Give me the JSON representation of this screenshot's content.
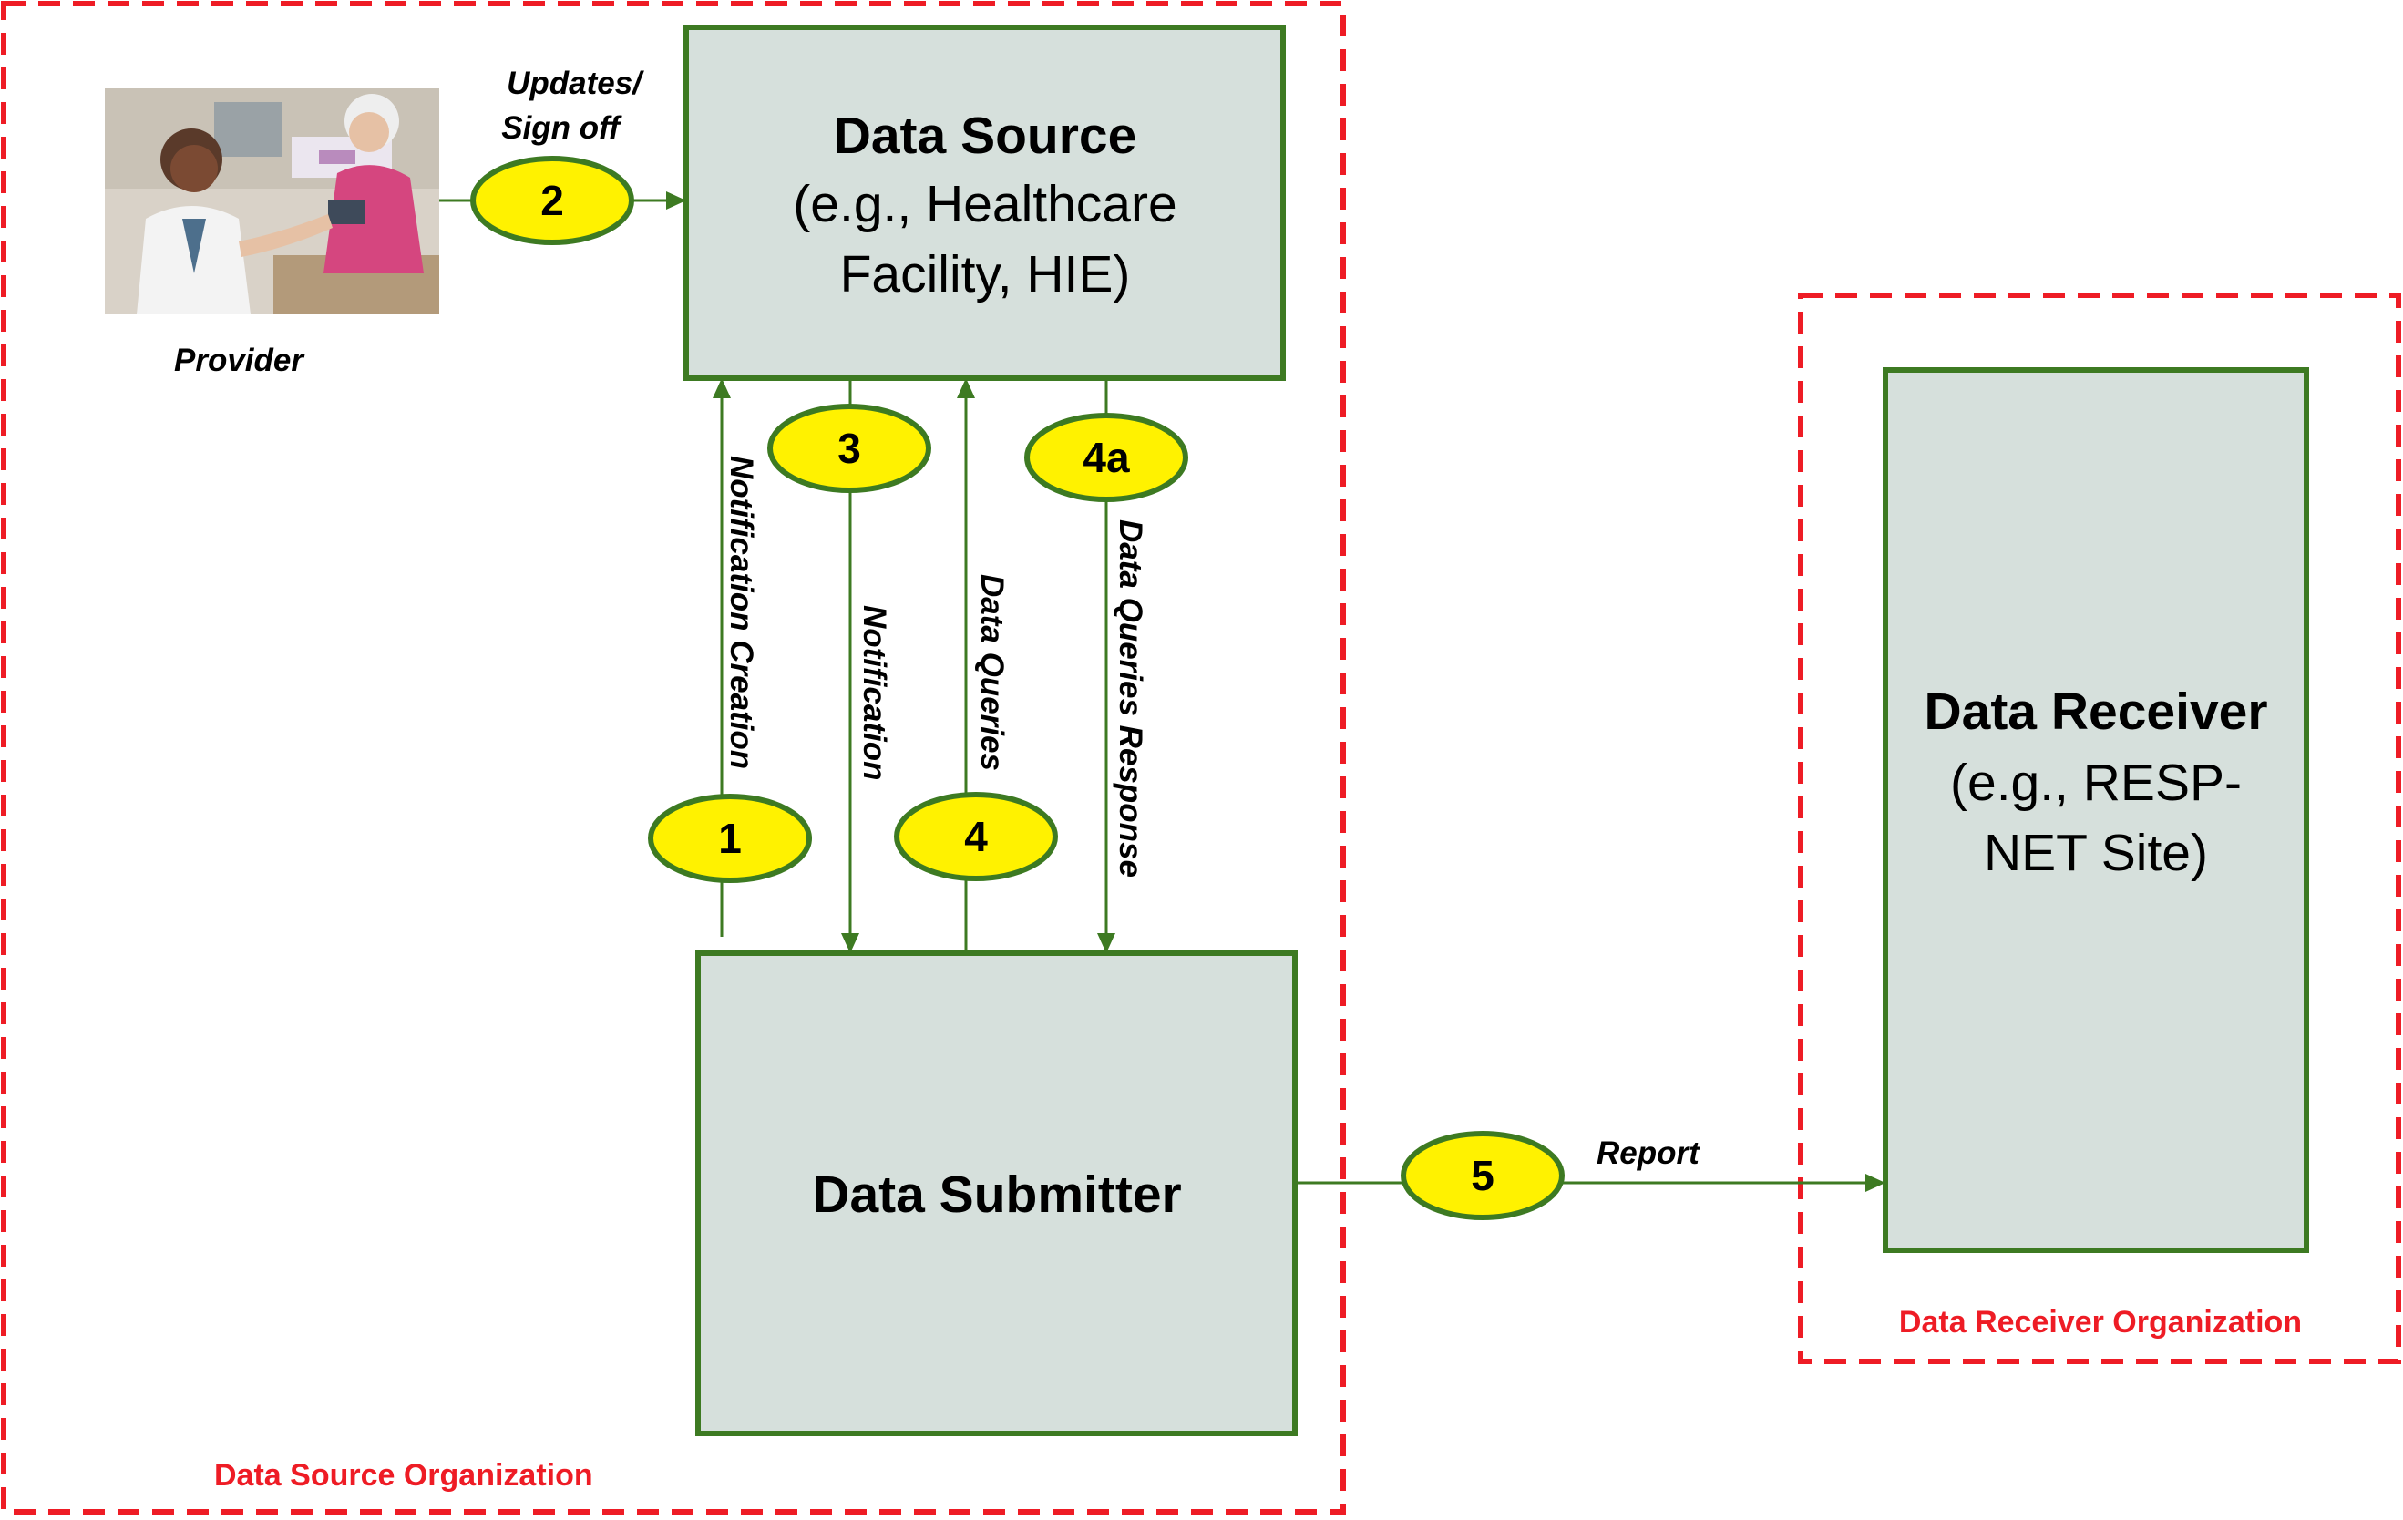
{
  "diagram": {
    "data_source": {
      "title": "Data Source",
      "subtitle_line1": "(e.g., Healthcare",
      "subtitle_line2": "Facility, HIE)"
    },
    "data_submitter": {
      "title": "Data Submitter"
    },
    "data_receiver": {
      "title": "Data Receiver",
      "subtitle_line1": "(e.g., RESP-",
      "subtitle_line2": "NET Site)"
    },
    "provider": {
      "label": "Provider"
    },
    "flows": {
      "updates_line1": "Updates/",
      "updates_line2": "Sign off",
      "notification_creation": "Notification Creation",
      "notification": "Notification",
      "data_queries": "Data Queries",
      "data_queries_response": "Data Queries Response",
      "report": "Report"
    },
    "badges": {
      "b1": "1",
      "b2": "2",
      "b3": "3",
      "b4": "4",
      "b4a": "4a",
      "b5": "5"
    },
    "organizations": {
      "source_org": "Data Source Organization",
      "receiver_org": "Data Receiver Organization"
    },
    "colors": {
      "org_border": "#ee1c25",
      "box_fill": "#d6e0dc",
      "box_stroke": "#3d7a22",
      "badge_fill": "#fff200"
    }
  }
}
